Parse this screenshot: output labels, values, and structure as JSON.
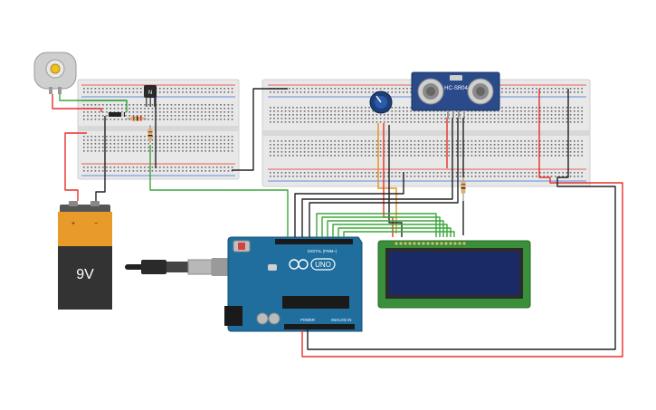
{
  "battery": {
    "voltage_label": "9V",
    "plus_label": "+",
    "minus_label": "−"
  },
  "sensor": {
    "model_label": "HC-SR04"
  },
  "arduino": {
    "brand_label": "UNO",
    "digital_label": "DIGITAL (PWM~)",
    "power_label": "POWER",
    "analog_label": "ANALOG IN"
  },
  "lcd": {
    "text": ""
  },
  "colors": {
    "wire_red": "#e8302a",
    "wire_black": "#222222",
    "wire_green": "#3aa63a",
    "wire_orange": "#e8901a",
    "arduino_board": "#1f6e9e",
    "breadboard": "#e8e8e8",
    "lcd_bezel": "#3a8f3a",
    "lcd_screen": "#1a2a66",
    "battery_top": "#e89a2a",
    "battery_body": "#333333",
    "sensor_board": "#2a4a8a"
  }
}
